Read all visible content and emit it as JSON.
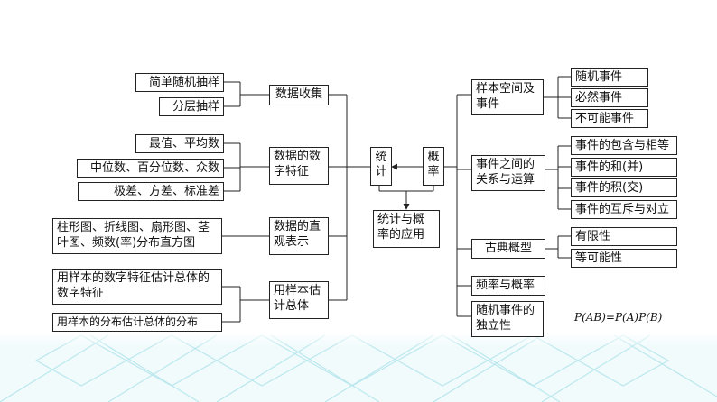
{
  "left_branch": {
    "collect": {
      "label": "数据收集",
      "items": [
        "简单随机抽样",
        "分层抽样"
      ]
    },
    "numeric": {
      "label": "数据的数字特征",
      "items": [
        "最值、平均数",
        "中位数、百分位数、众数",
        "极差、方差、标准差"
      ]
    },
    "visual": {
      "label": "数据的直观表示",
      "items": [
        "柱形图、折线图、扇形图、茎叶图、频数(率)分布直方图"
      ]
    },
    "estimate": {
      "label": "用样本估计总体",
      "items": [
        "用样本的数字特征估计总体的数字特征",
        "用样本的分布估计总体的分布"
      ]
    }
  },
  "center": {
    "statistics": "统计",
    "probability": "概率",
    "application": "统计与概率的应用"
  },
  "right_branch": {
    "sample_space": {
      "label": "样本空间及事件",
      "items": [
        "随机事件",
        "必然事件",
        "不可能事件"
      ]
    },
    "relations": {
      "label": "事件之间的关系与运算",
      "items": [
        "事件的包含与相等",
        "事件的和(并)",
        "事件的积(交)",
        "事件的互斥与对立"
      ]
    },
    "classical": {
      "label": "古典概型",
      "items": [
        "有限性",
        "等可能性"
      ]
    },
    "frequency": {
      "label": "频率与概率"
    },
    "independence": {
      "label": "随机事件的独立性",
      "formula": "P(AB)=P(A)P(B)"
    }
  },
  "colors": {
    "line": "#222222",
    "decor": "#9fdde6"
  }
}
